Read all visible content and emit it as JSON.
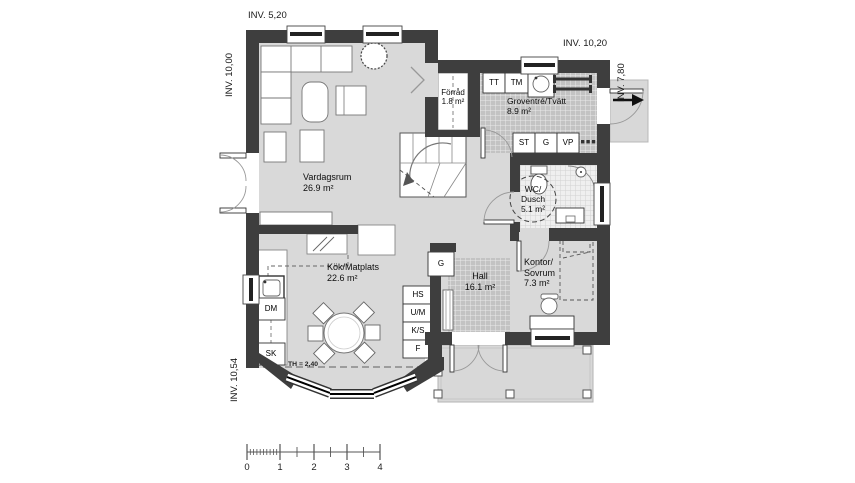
{
  "dimensions": {
    "top_left": "INV. 5,20",
    "left_upper": "INV. 10,00",
    "top_right": "INV. 10,20",
    "right_upper": "INV. 7,80",
    "left_lower": "INV. 10,54"
  },
  "rooms": {
    "vardagsrum": {
      "name": "Vardagsrum",
      "area": "26.9 m²"
    },
    "forrad": {
      "name": "Förråd",
      "area": "1.8 m²"
    },
    "groventre": {
      "name": "Groventré/Tvätt",
      "area": "8.9 m²"
    },
    "wc": {
      "name1": "WC/",
      "name2": "Dusch",
      "area": "5.1 m²"
    },
    "kontor": {
      "name1": "Kontor/",
      "name2": "Sovrum",
      "area": "7.3 m²"
    },
    "hall": {
      "name": "Hall",
      "area": "16.1 m²"
    },
    "kok": {
      "name": "Kök/Matplats",
      "area": "22.6 m²"
    }
  },
  "fixtures": {
    "tt": "TT",
    "tm": "TM",
    "st": "ST",
    "g_laundry": "G",
    "vp": "VP",
    "g_hall": "G",
    "hs": "HS",
    "um": "U/M",
    "ks": "K/S",
    "f": "F",
    "dm": "DM",
    "sk": "SK"
  },
  "annotations": {
    "ceiling_height": "TH = 2,40"
  },
  "scale_bar": {
    "labels": [
      "0",
      "1",
      "2",
      "3",
      "4"
    ]
  },
  "colors": {
    "wall": "#3e3e3e",
    "floor": "#d9d9d9",
    "tile_dark": "#c3c3c3",
    "tile_light": "#ededed",
    "outside": "#d8d8d8"
  }
}
